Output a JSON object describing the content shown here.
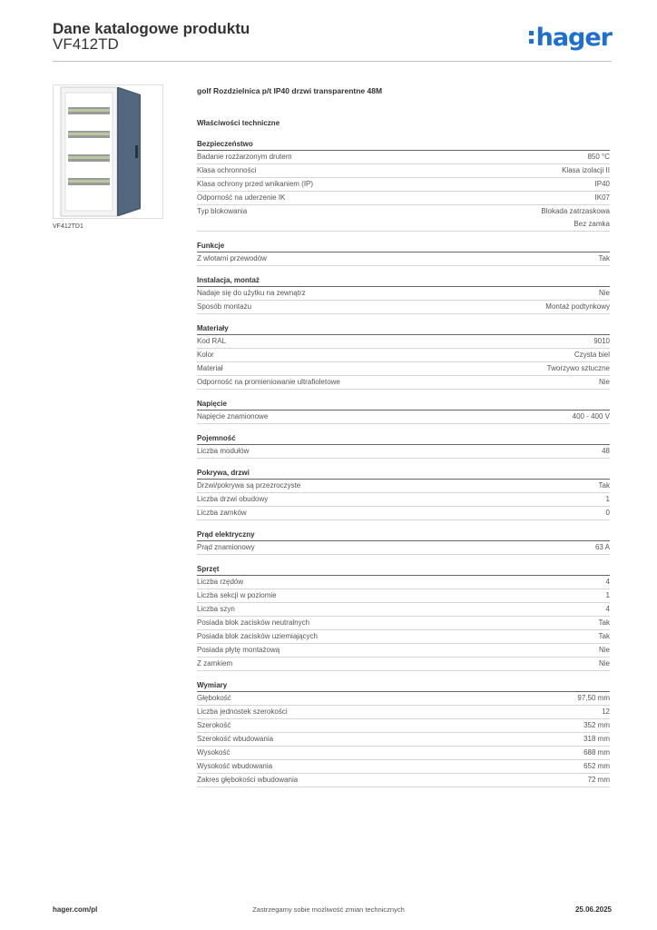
{
  "header": {
    "title": "Dane katalogowe produktu",
    "product_code": "VF412TD",
    "logo_text": "hager",
    "brand_color": "#1e6fd0"
  },
  "image": {
    "caption": "VF412TD1",
    "description_icon": "enclosure-image"
  },
  "product": {
    "description": "golf Rozdzielnica p/t IP40 drzwi transparentne 48M",
    "properties_title": "Właściwości techniczne"
  },
  "sections": [
    {
      "title": "Bezpieczeństwo",
      "rows": [
        {
          "label": "Badanie rozżarzonym drutem",
          "value": "850 °C"
        },
        {
          "label": "Klasa ochronności",
          "value": "Klasa izolacji II"
        },
        {
          "label": "Klasa ochrony przed wnikaniem (IP)",
          "value": "IP40"
        },
        {
          "label": "Odporność na uderzenie IK",
          "value": "IK07"
        },
        {
          "label": "Typ blokowania",
          "value": "Blokada zatrzaskowa\nBez zamka"
        }
      ]
    },
    {
      "title": "Funkcje",
      "rows": [
        {
          "label": "Z wlotami przewodów",
          "value": "Tak"
        }
      ]
    },
    {
      "title": "Instalacja, montaż",
      "rows": [
        {
          "label": "Nadaje się do użytku na zewnątrz",
          "value": "Nie"
        },
        {
          "label": "Sposób montażu",
          "value": "Montaż podtynkowy"
        }
      ]
    },
    {
      "title": "Materiały",
      "rows": [
        {
          "label": "Kod RAL",
          "value": "9010"
        },
        {
          "label": "Kolor",
          "value": "Czysta biel"
        },
        {
          "label": "Materiał",
          "value": "Tworzywo sztuczne"
        },
        {
          "label": "Odporność na promieniowanie ultrafioletowe",
          "value": "Nie"
        }
      ]
    },
    {
      "title": "Napięcie",
      "rows": [
        {
          "label": "Napięcie znamionowe",
          "value": "400 - 400 V"
        }
      ]
    },
    {
      "title": "Pojemność",
      "rows": [
        {
          "label": "Liczba modułów",
          "value": "48"
        }
      ]
    },
    {
      "title": "Pokrywa, drzwi",
      "rows": [
        {
          "label": "Drzwi/pokrywa są przezroczyste",
          "value": "Tak"
        },
        {
          "label": "Liczba drzwi obudowy",
          "value": "1"
        },
        {
          "label": "Liczba zamków",
          "value": "0"
        }
      ]
    },
    {
      "title": "Prąd elektryczny",
      "rows": [
        {
          "label": "Prąd znamionowy",
          "value": "63 A"
        }
      ]
    },
    {
      "title": "Sprzęt",
      "rows": [
        {
          "label": "Liczba rzędów",
          "value": "4"
        },
        {
          "label": "Liczba sekcji w poziomie",
          "value": "1"
        },
        {
          "label": "Liczba szyn",
          "value": "4"
        },
        {
          "label": "Posiada blok zacisków neutralnych",
          "value": "Tak"
        },
        {
          "label": "Posiada blok zacisków uziemiających",
          "value": "Tak"
        },
        {
          "label": "Posiada płytę montażową",
          "value": "Nie"
        },
        {
          "label": "Z zamkiem",
          "value": "Nie"
        }
      ]
    },
    {
      "title": "Wymiary",
      "rows": [
        {
          "label": "Głębokość",
          "value": "97,50 mm"
        },
        {
          "label": "Liczba jednostek szerokości",
          "value": "12"
        },
        {
          "label": "Szerokość",
          "value": "352 mm"
        },
        {
          "label": "Szerokość wbudowania",
          "value": "318 mm"
        },
        {
          "label": "Wysokość",
          "value": "688 mm"
        },
        {
          "label": "Wysokość wbudowania",
          "value": "652 mm"
        },
        {
          "label": "Zakres głębokości wbudowania",
          "value": "72 mm"
        }
      ]
    }
  ],
  "footer": {
    "website": "hager.com/pl",
    "notice": "Zastrzegamy sobie możliwość zmian technicznych",
    "date": "25.06.2025"
  }
}
